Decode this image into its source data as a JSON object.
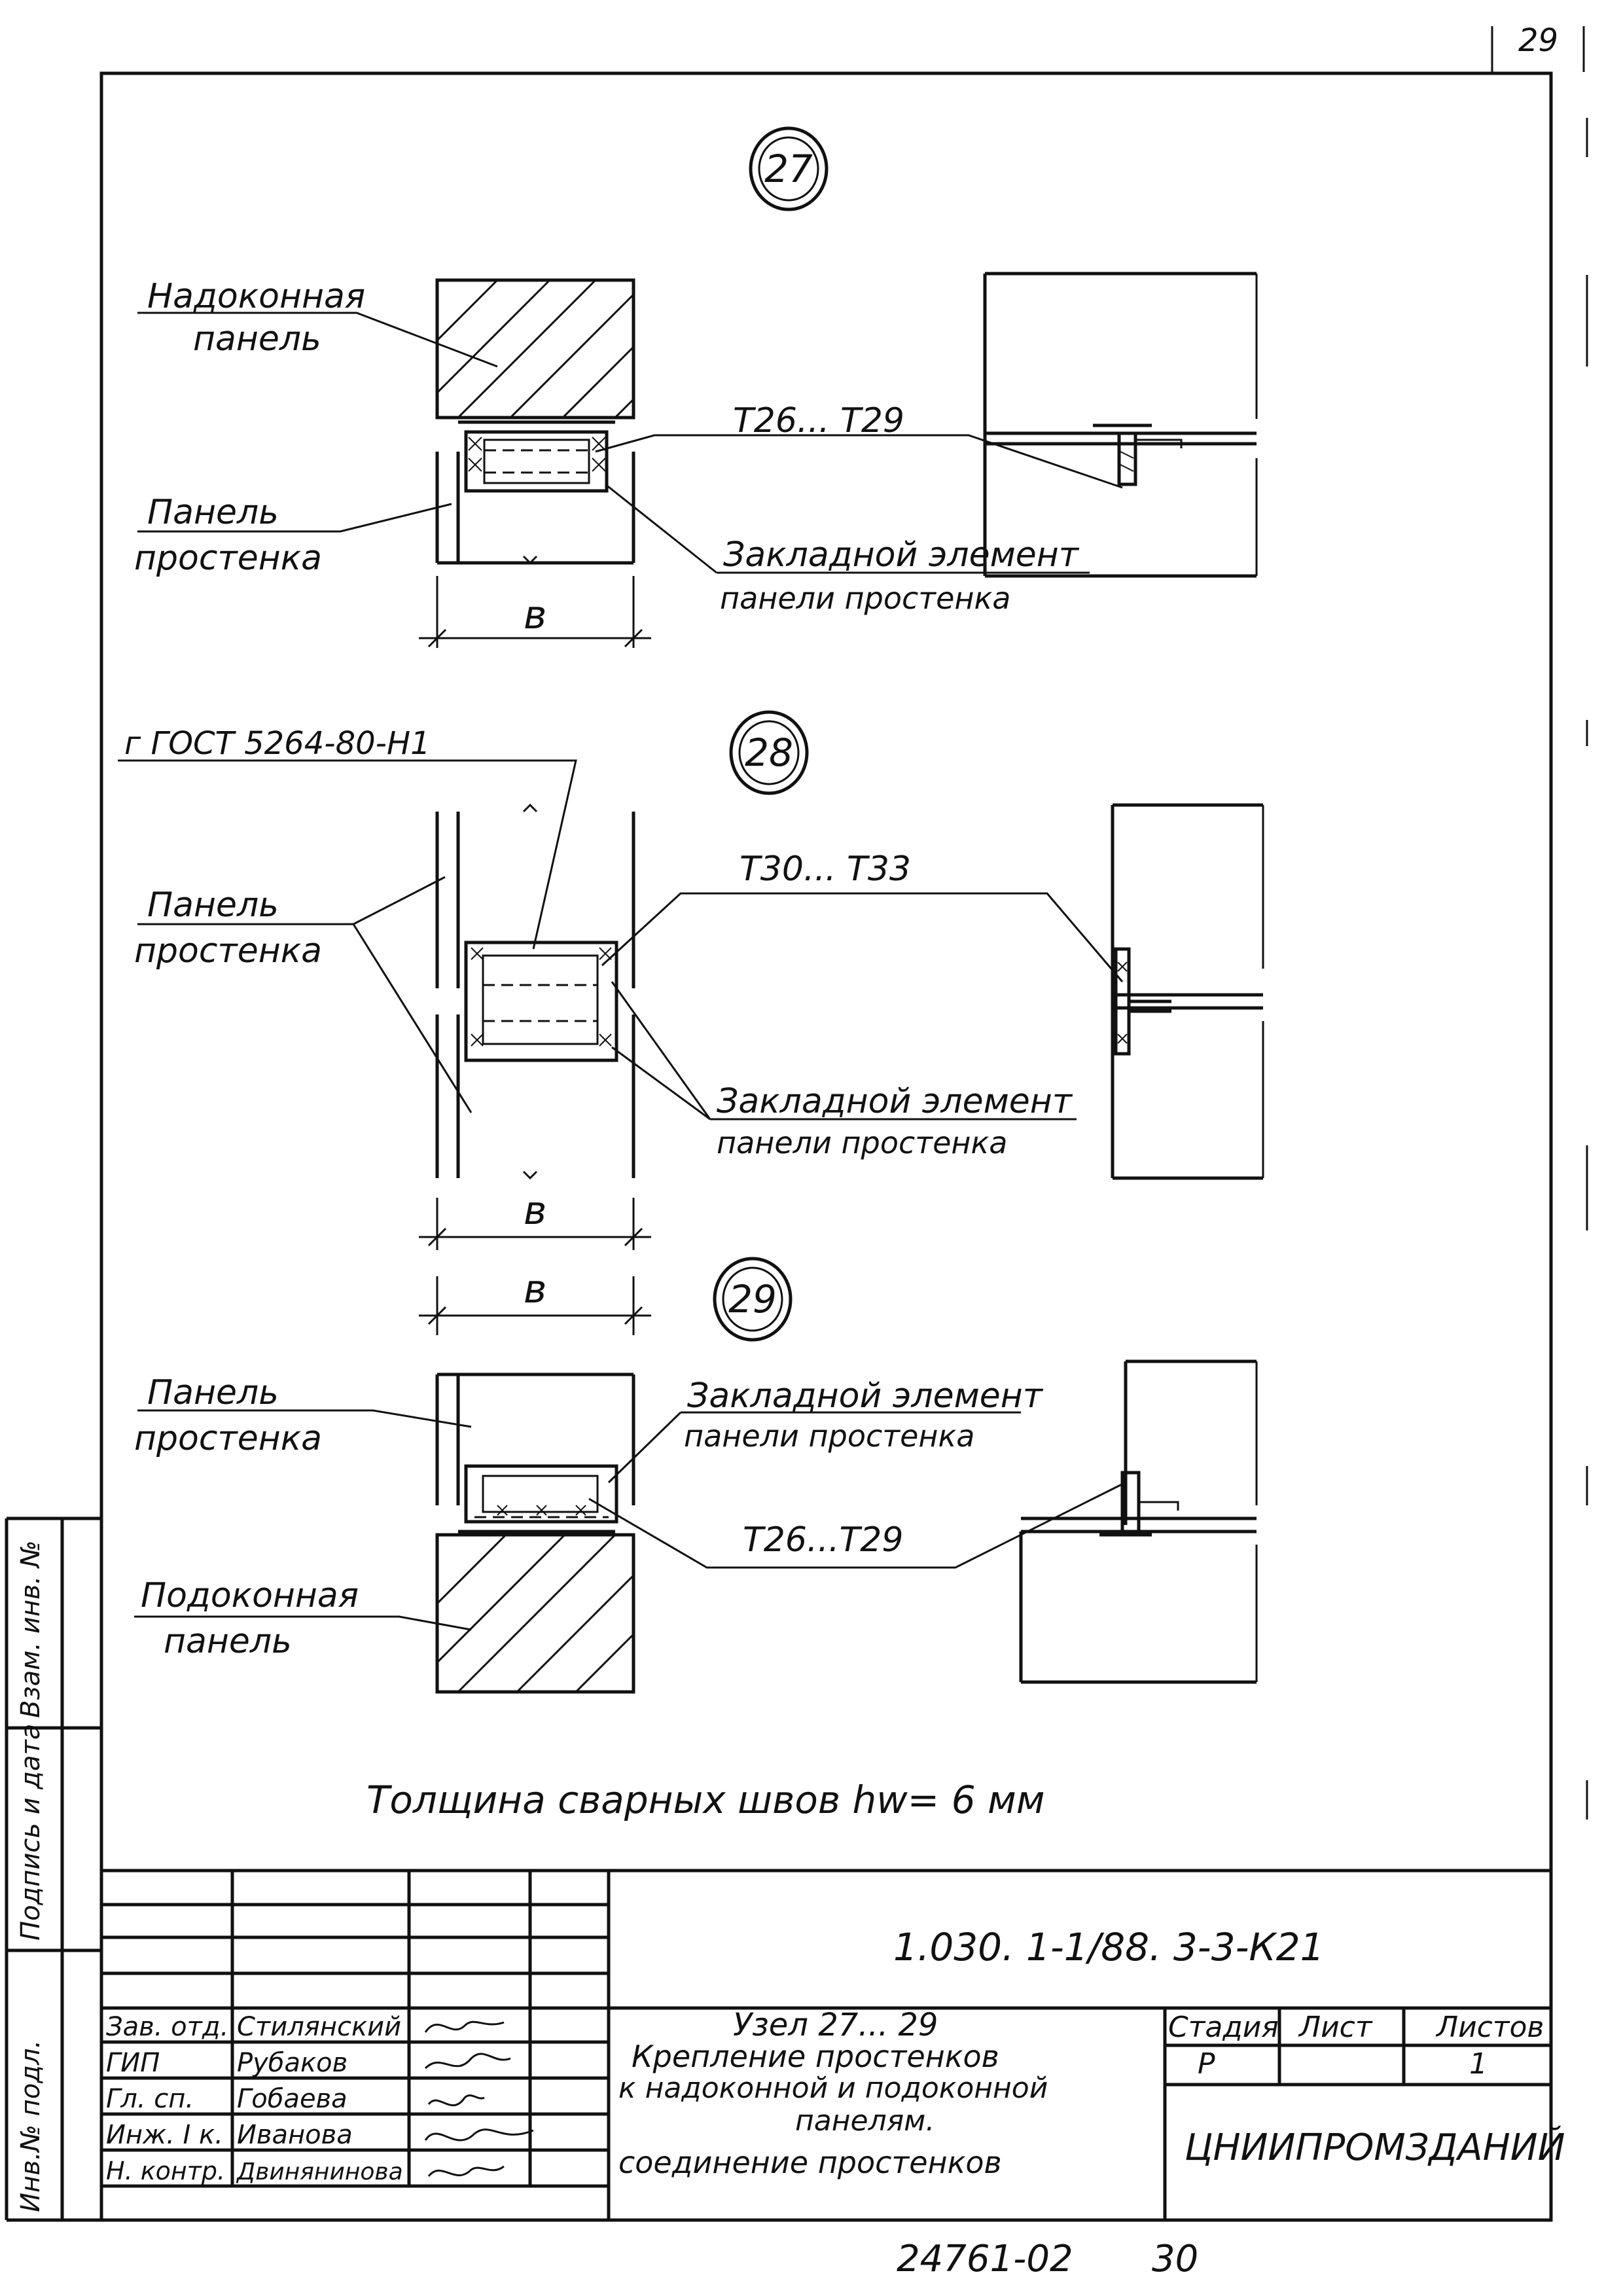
{
  "page_number": "29",
  "nodes": [
    {
      "id": "27",
      "labels": {
        "top_panel": [
          "Надоконная",
          "панель"
        ],
        "bottom_panel": [
          "Панель",
          "простенка"
        ],
        "mark": "Т26... Т29",
        "embed": [
          "Закладной элемент",
          "панели простенка"
        ],
        "dim": "в"
      }
    },
    {
      "id": "28",
      "labels": {
        "gost": "г ГОСТ 5264-80-Н1",
        "panel": [
          "Панель",
          "простенка"
        ],
        "mark": "Т30... Т33",
        "embed": [
          "Закладной элемент",
          "панели простенка"
        ],
        "dim": "в"
      }
    },
    {
      "id": "29",
      "labels": {
        "top_panel": [
          "Панель",
          "простенка"
        ],
        "bottom_panel": [
          "Подоконная",
          "панель"
        ],
        "mark": "Т26...Т29",
        "embed": [
          "Закладной элемент",
          "панели простенка"
        ],
        "dim": "в"
      }
    }
  ],
  "note": "Толщина сварных швов hw= 6 мм",
  "side_stamp": [
    "Инв.№ подл.",
    "Подпись и дата",
    "Взам. инв. №"
  ],
  "title_block": {
    "code": "1.030. 1-1/88. 3-3-К21",
    "roles": [
      "Зав. отд.",
      "ГИП",
      "Гл. сп.",
      "Инж. I к.",
      "Н. контр."
    ],
    "names": [
      "Стилянский",
      "Рубаков",
      "Гобаева",
      "Иванова",
      "Двинянинова"
    ],
    "title": [
      "Узел 27... 29",
      "Крепление простенков",
      "к надоконной и подоконной",
      "панелям.",
      "соединение простенков"
    ],
    "stage_header": "Стадия",
    "stage": "Р",
    "sheet_header": "Лист",
    "sheet": "",
    "sheets_header": "Листов",
    "sheets": "1",
    "org": "ЦНИИПРОМЗДАНИЙ"
  },
  "footer": {
    "number": "24761-02",
    "page": "30"
  }
}
